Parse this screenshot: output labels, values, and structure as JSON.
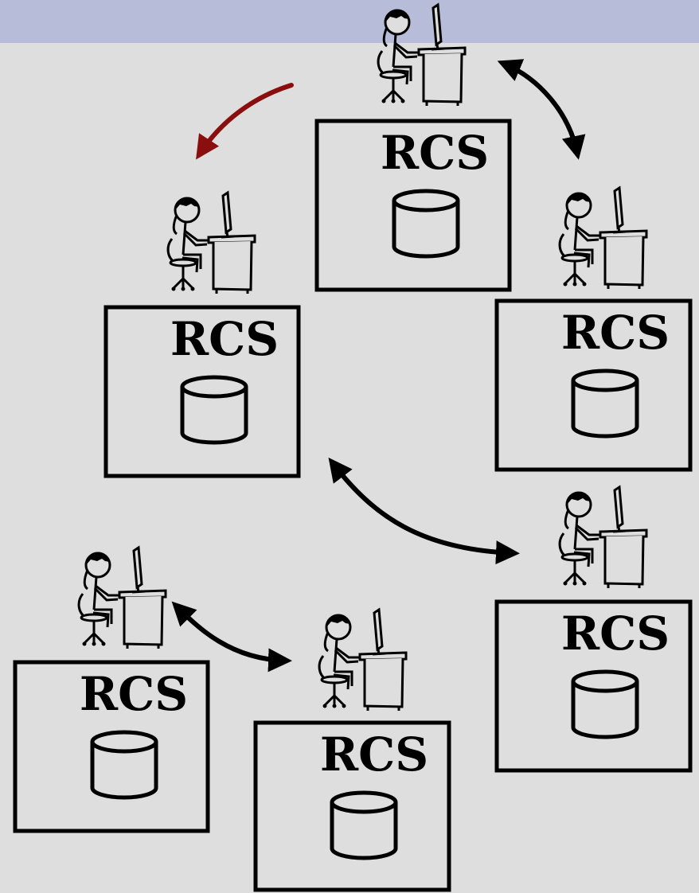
{
  "colors": {
    "background": "#dedede",
    "header_band": "#b7bcd9",
    "ink": "#000000",
    "accent_arrow": "#8b0e0e",
    "box_fill": "#dedede"
  },
  "nodes": [
    {
      "id": "top",
      "label": "RCS",
      "icon": "database-cylinder-icon",
      "figure": "person-at-computer-icon"
    },
    {
      "id": "left",
      "label": "RCS",
      "icon": "database-cylinder-icon",
      "figure": "person-at-computer-icon"
    },
    {
      "id": "right-upper",
      "label": "RCS",
      "icon": "database-cylinder-icon",
      "figure": "person-at-computer-icon"
    },
    {
      "id": "right-lower",
      "label": "RCS",
      "icon": "database-cylinder-icon",
      "figure": "person-at-computer-icon"
    },
    {
      "id": "bottom-left",
      "label": "RCS",
      "icon": "database-cylinder-icon",
      "figure": "person-at-computer-icon"
    },
    {
      "id": "bottom-middle",
      "label": "RCS",
      "icon": "database-cylinder-icon",
      "figure": "person-at-computer-icon"
    }
  ],
  "connections": [
    {
      "from": "top",
      "to": "left",
      "kind": "one-way",
      "color": "#8b0e0e"
    },
    {
      "from": "top",
      "to": "right-upper",
      "kind": "two-way",
      "color": "#000000"
    },
    {
      "from": "left",
      "to": "right-lower",
      "kind": "two-way",
      "color": "#000000"
    },
    {
      "from": "bottom-left",
      "to": "bottom-middle",
      "kind": "two-way",
      "color": "#000000"
    }
  ]
}
